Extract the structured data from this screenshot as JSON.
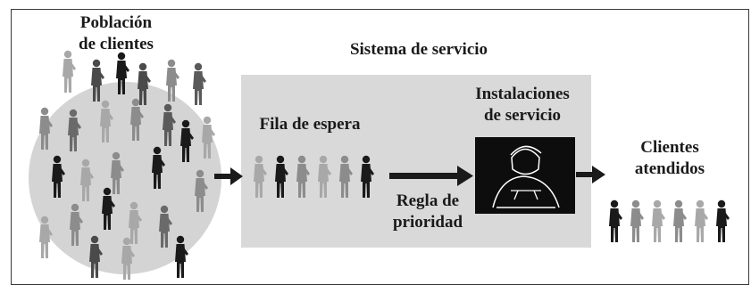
{
  "labels": {
    "poblacion": [
      "Población",
      "de clientes"
    ],
    "sistema": "Sistema de servicio",
    "fila": "Fila de espera",
    "instalaciones": [
      "Instalaciones",
      "de servicio"
    ],
    "regla": [
      "Regla de",
      "prioridad"
    ],
    "atendidos": [
      "Clientes",
      "atendidos"
    ]
  },
  "colors": {
    "system_box": "#d9d9d9",
    "population_circle": "#d4d4d4",
    "dark_figure": "#1a1a1a",
    "gray_figure": "#8c8c8c",
    "light_figure": "#a8a8a8",
    "arrow": "#1a1a1a"
  },
  "icons": {
    "person": "standing-person-icon",
    "server": "server-person-icon",
    "arrow": "right-arrow-icon"
  }
}
